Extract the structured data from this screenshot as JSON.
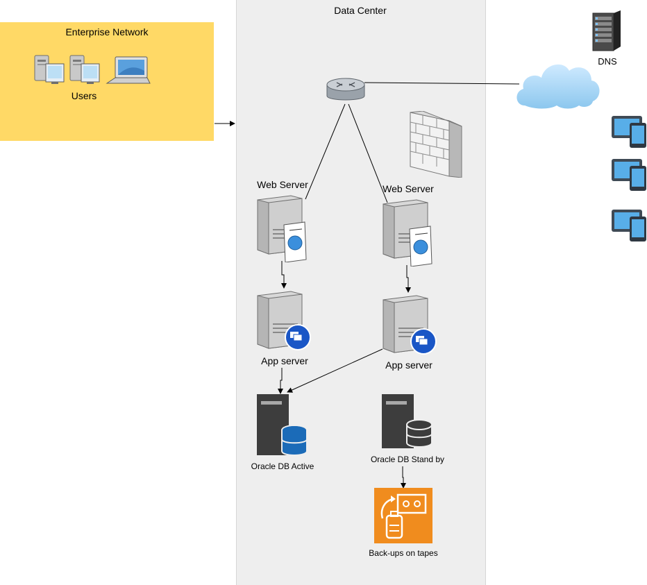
{
  "groups": {
    "enterprise_title": "Enterprise Network",
    "datacenter_title": "Data Center"
  },
  "labels": {
    "users": "Users",
    "dns": "DNS",
    "web_server_left": "Web Server",
    "web_server_right": "Web Server",
    "app_server_left": "App server",
    "app_server_right": "App server",
    "db_active": "Oracle DB Active",
    "db_standby": "Oracle DB Stand by",
    "backups": "Back-ups on tapes"
  },
  "icons": {
    "users": [
      "desktop-computer-icon",
      "desktop-computer-icon",
      "laptop-icon"
    ],
    "dns": "server-rack-icon",
    "cloud": "cloud-icon",
    "router": "router-icon",
    "firewall": "firewall-icon",
    "devices": [
      "tablet-phone-icon",
      "tablet-phone-icon",
      "tablet-phone-icon"
    ],
    "web_server": "web-server-icon",
    "app_server": "app-server-icon",
    "database": "database-server-icon",
    "backup": "tape-backup-icon"
  },
  "colors": {
    "enterprise_fill": "#ffd966",
    "datacenter_fill": "#eeeeee",
    "db_active_accent": "#1b6bb8",
    "db_standby_accent": "#3c3c3c",
    "backup_fill": "#f08c1e",
    "cloud_fill": "#a9d8f5",
    "badge_blue": "#1a56c6"
  }
}
